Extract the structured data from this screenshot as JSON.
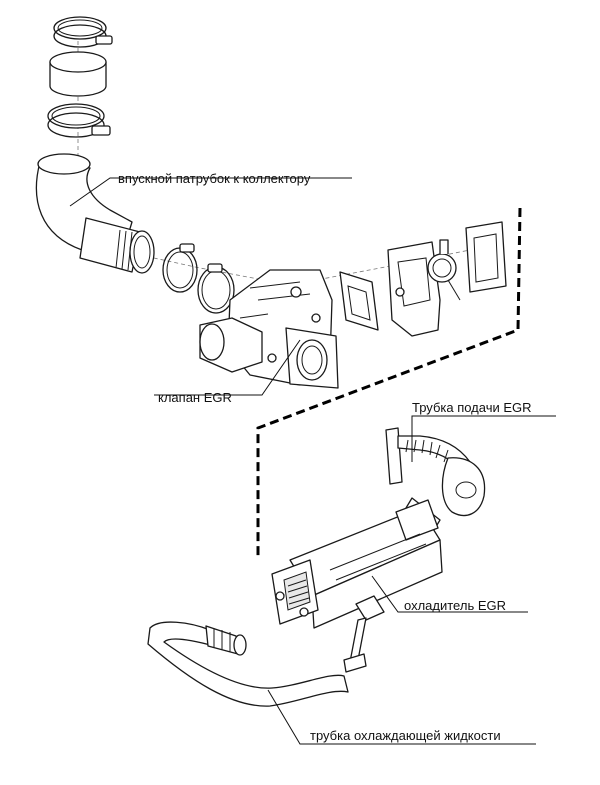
{
  "labels": {
    "intake_pipe": "впускной патрубок  к  коллектору",
    "egr_valve": "клапан EGR",
    "egr_supply_pipe": "Трубка подачи EGR",
    "egr_cooler": "охладитель EGR",
    "coolant_pipe": "трубка охлаждающей жидкости"
  }
}
